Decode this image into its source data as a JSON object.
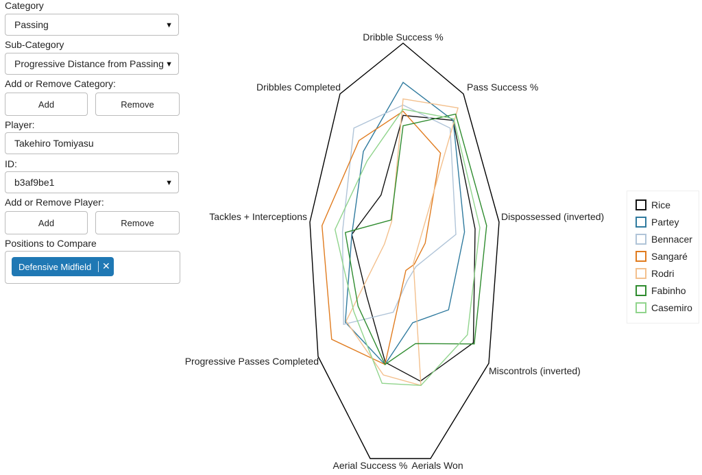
{
  "controls": {
    "category_label": "Category",
    "category_value": "Passing",
    "subcategory_label": "Sub-Category",
    "subcategory_value": "Progressive Distance from Passing",
    "add_remove_category_label": "Add or Remove Category:",
    "player_label": "Player:",
    "player_value": "Takehiro Tomiyasu",
    "id_label": "ID:",
    "id_value": "b3af9be1",
    "add_remove_player_label": "Add or Remove Player:",
    "add_label": "Add",
    "remove_label": "Remove",
    "positions_label": "Positions to Compare",
    "position_chip": "Defensive Midfield",
    "chip_remove": "✕",
    "caret": "▼"
  },
  "chart_data": {
    "type": "radar",
    "scale": [
      0,
      1
    ],
    "axes": [
      "Dribble Success %",
      "Pass Success %",
      "Dispossessed (inverted)",
      "Miscontrols (inverted)",
      "Aerials Won",
      "Aerial Success %",
      "Progressive Passes Completed",
      "Tackles + Interceptions",
      "Dribbles Completed"
    ],
    "series": [
      {
        "name": "Rice",
        "color": "#111111",
        "values": [
          0.65,
          0.83,
          0.75,
          0.82,
          0.63,
          0.54,
          0.43,
          0.55,
          0.35
        ]
      },
      {
        "name": "Partey",
        "color": "#2f7a9e",
        "values": [
          0.81,
          0.83,
          0.64,
          0.53,
          0.35,
          0.55,
          0.68,
          0.55,
          0.63
        ]
      },
      {
        "name": "Bennacer",
        "color": "#b0c4d8",
        "values": [
          0.7,
          0.78,
          0.55,
          0.15,
          0.15,
          0.3,
          0.7,
          0.65,
          0.78
        ]
      },
      {
        "name": "Sangaré",
        "color": "#e07b1e",
        "values": [
          0.67,
          0.62,
          0.23,
          0.13,
          0.1,
          0.55,
          0.84,
          0.87,
          0.7
        ]
      },
      {
        "name": "Rodri",
        "color": "#f3c08d",
        "values": [
          0.73,
          0.91,
          0.16,
          0.12,
          0.65,
          0.6,
          0.67,
          0.2,
          0.18
        ]
      },
      {
        "name": "Fabinho",
        "color": "#2e8b2e",
        "values": [
          0.6,
          0.87,
          0.87,
          0.83,
          0.45,
          0.55,
          0.53,
          0.62,
          0.19
        ]
      },
      {
        "name": "Casemiro",
        "color": "#90d48c",
        "values": [
          0.68,
          0.84,
          0.8,
          0.75,
          0.65,
          0.64,
          0.58,
          0.73,
          0.57
        ]
      }
    ]
  }
}
